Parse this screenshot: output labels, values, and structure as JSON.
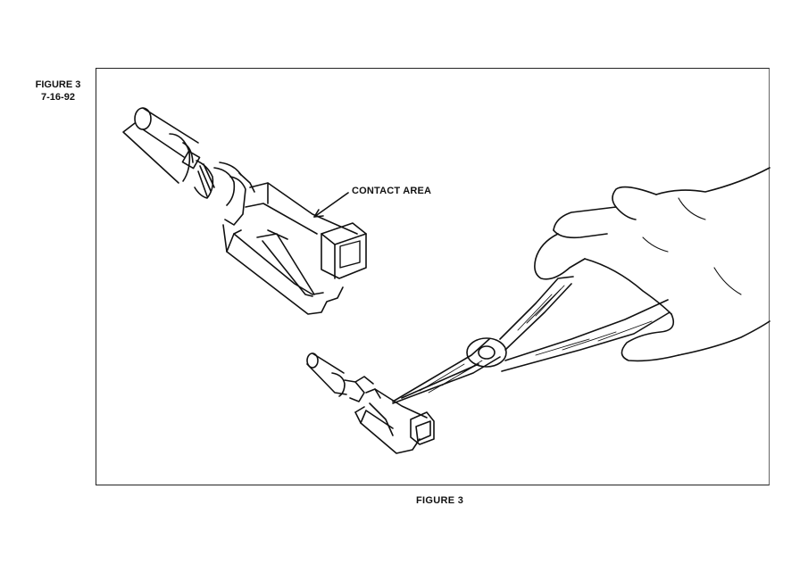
{
  "header": {
    "figure_id": "FIGURE 3",
    "date": "7-16-92"
  },
  "callout": {
    "contact_area": "CONTACT AREA"
  },
  "caption": {
    "text": "FIGURE 3"
  },
  "colors": {
    "ink": "#111111",
    "paper": "#ffffff"
  },
  "icons": [
    "terminal-closeup-illustration",
    "terminal-small-illustration",
    "needle-nose-pliers-illustration",
    "hand-illustration",
    "leader-arrow"
  ]
}
